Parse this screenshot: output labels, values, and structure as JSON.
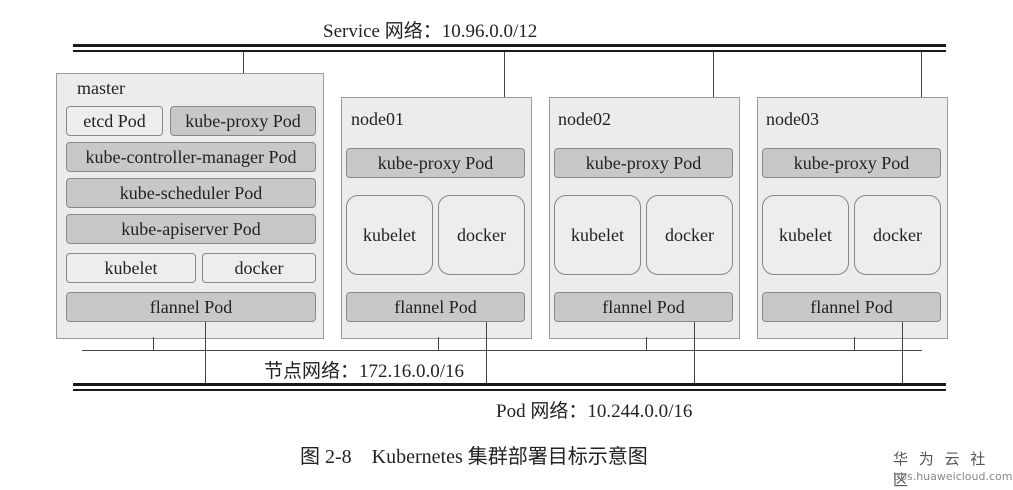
{
  "networks": {
    "service": "Service 网络：10.96.0.0/12",
    "node": "节点网络：172.16.0.0/16",
    "pod": "Pod 网络：10.244.0.0/16"
  },
  "master": {
    "title": "master",
    "pods": {
      "etcd": "etcd Pod",
      "kube_proxy": "kube-proxy Pod",
      "controller_manager": "kube-controller-manager Pod",
      "scheduler": "kube-scheduler Pod",
      "apiserver": "kube-apiserver Pod",
      "kubelet": "kubelet",
      "docker": "docker",
      "flannel": "flannel Pod"
    }
  },
  "nodes": [
    {
      "title": "node01",
      "kube_proxy": "kube-proxy Pod",
      "kubelet": "kubelet",
      "docker": "docker",
      "flannel": "flannel Pod"
    },
    {
      "title": "node02",
      "kube_proxy": "kube-proxy Pod",
      "kubelet": "kubelet",
      "docker": "docker",
      "flannel": "flannel Pod"
    },
    {
      "title": "node03",
      "kube_proxy": "kube-proxy Pod",
      "kubelet": "kubelet",
      "docker": "docker",
      "flannel": "flannel Pod"
    }
  ],
  "caption": "图 2-8　Kubernetes 集群部署目标示意图",
  "watermark": {
    "name": "华 为 云 社 区",
    "url": "bbs.huaweicloud.com"
  }
}
